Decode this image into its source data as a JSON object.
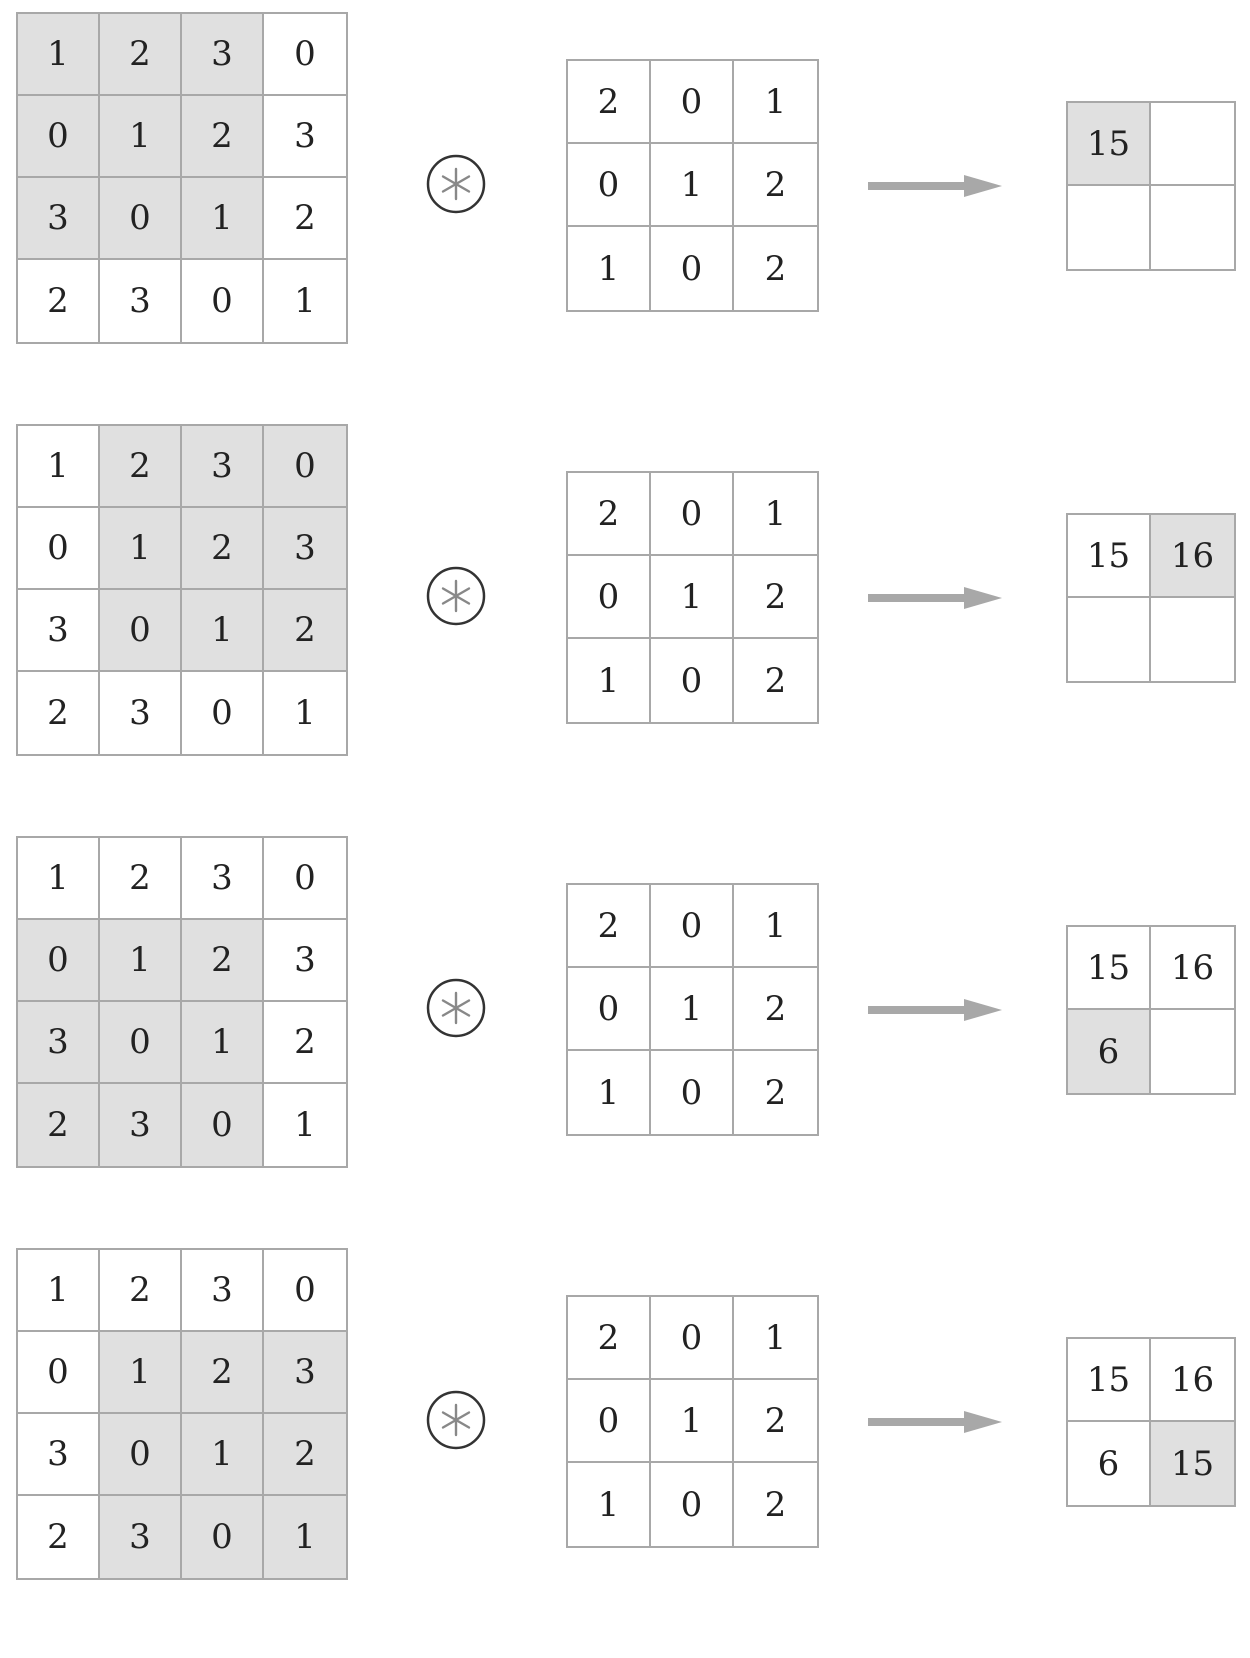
{
  "operator_icon": "circled-asterisk-icon",
  "arrow_icon": "right-arrow-icon",
  "colors": {
    "highlight": "#e0e0e0",
    "grid_line": "#a8a8a8",
    "arrow": "#a8a8a8",
    "text": "#222222"
  },
  "input_matrix": [
    [
      "1",
      "2",
      "3",
      "0"
    ],
    [
      "0",
      "1",
      "2",
      "3"
    ],
    [
      "3",
      "0",
      "1",
      "2"
    ],
    [
      "2",
      "3",
      "0",
      "1"
    ]
  ],
  "kernel": [
    [
      "2",
      "0",
      "1"
    ],
    [
      "0",
      "1",
      "2"
    ],
    [
      "1",
      "0",
      "2"
    ]
  ],
  "steps": [
    {
      "window_row": 0,
      "window_col": 0,
      "highlight_output": 0,
      "output": [
        "15",
        "",
        "",
        ""
      ]
    },
    {
      "window_row": 0,
      "window_col": 1,
      "highlight_output": 1,
      "output": [
        "15",
        "16",
        "",
        ""
      ]
    },
    {
      "window_row": 1,
      "window_col": 0,
      "highlight_output": 2,
      "output": [
        "15",
        "16",
        "6",
        ""
      ]
    },
    {
      "window_row": 1,
      "window_col": 1,
      "highlight_output": 3,
      "output": [
        "15",
        "16",
        "6",
        "15"
      ]
    }
  ]
}
